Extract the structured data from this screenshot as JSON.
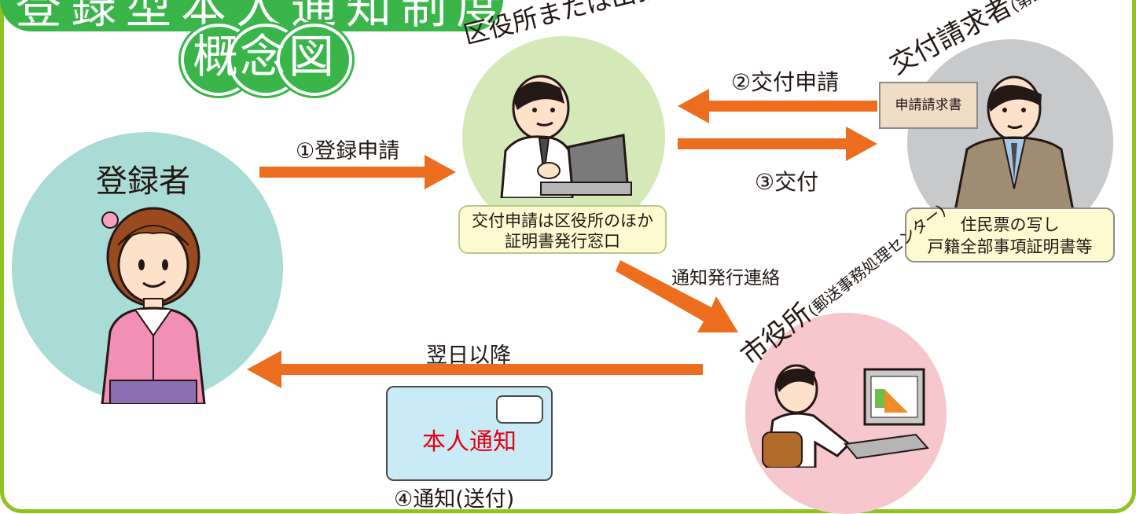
{
  "title": {
    "line1": "登録型本人通知制度",
    "line2_chars": [
      "概",
      "念",
      "図"
    ]
  },
  "nodes": {
    "registrant": "登録者",
    "ward_office": "区役所または出張所",
    "requester": "交付請求者",
    "requester_note": "(第三者又は代理人)",
    "city_office": "市役所",
    "city_office_note": "(郵送事務処理センター)"
  },
  "arrows": {
    "step1": "①登録申請",
    "step2": "②交付申請",
    "step3": "③交付",
    "notify_contact": "通知発行連絡",
    "next_day": "翌日以降",
    "step4": "④通知(送付)"
  },
  "boxes": {
    "ward_note_line1": "交付申請は区役所のほか",
    "ward_note_line2": "証明書発行窓口",
    "request_form": "申請請求書",
    "documents_line1": "住民票の写し",
    "documents_line2": "戸籍全部事項証明書等",
    "notice_card": "本人通知"
  },
  "colors": {
    "frame": "#8fc31f",
    "title_green": "#39b54a",
    "arrow_orange": "#ed6d1f",
    "registrant_circle": "#a9dcd6",
    "ward_circle": "#d4e8b8",
    "requester_circle": "#c8c9ca",
    "city_circle": "#f6c7cc",
    "note_box": "#fdfad1",
    "card_blue": "#c9ebf6",
    "notice_red": "#e60012"
  },
  "icons": [
    "person-woman-icon",
    "clerk-at-computer-icon",
    "businessman-icon",
    "office-worker-computer-icon"
  ]
}
